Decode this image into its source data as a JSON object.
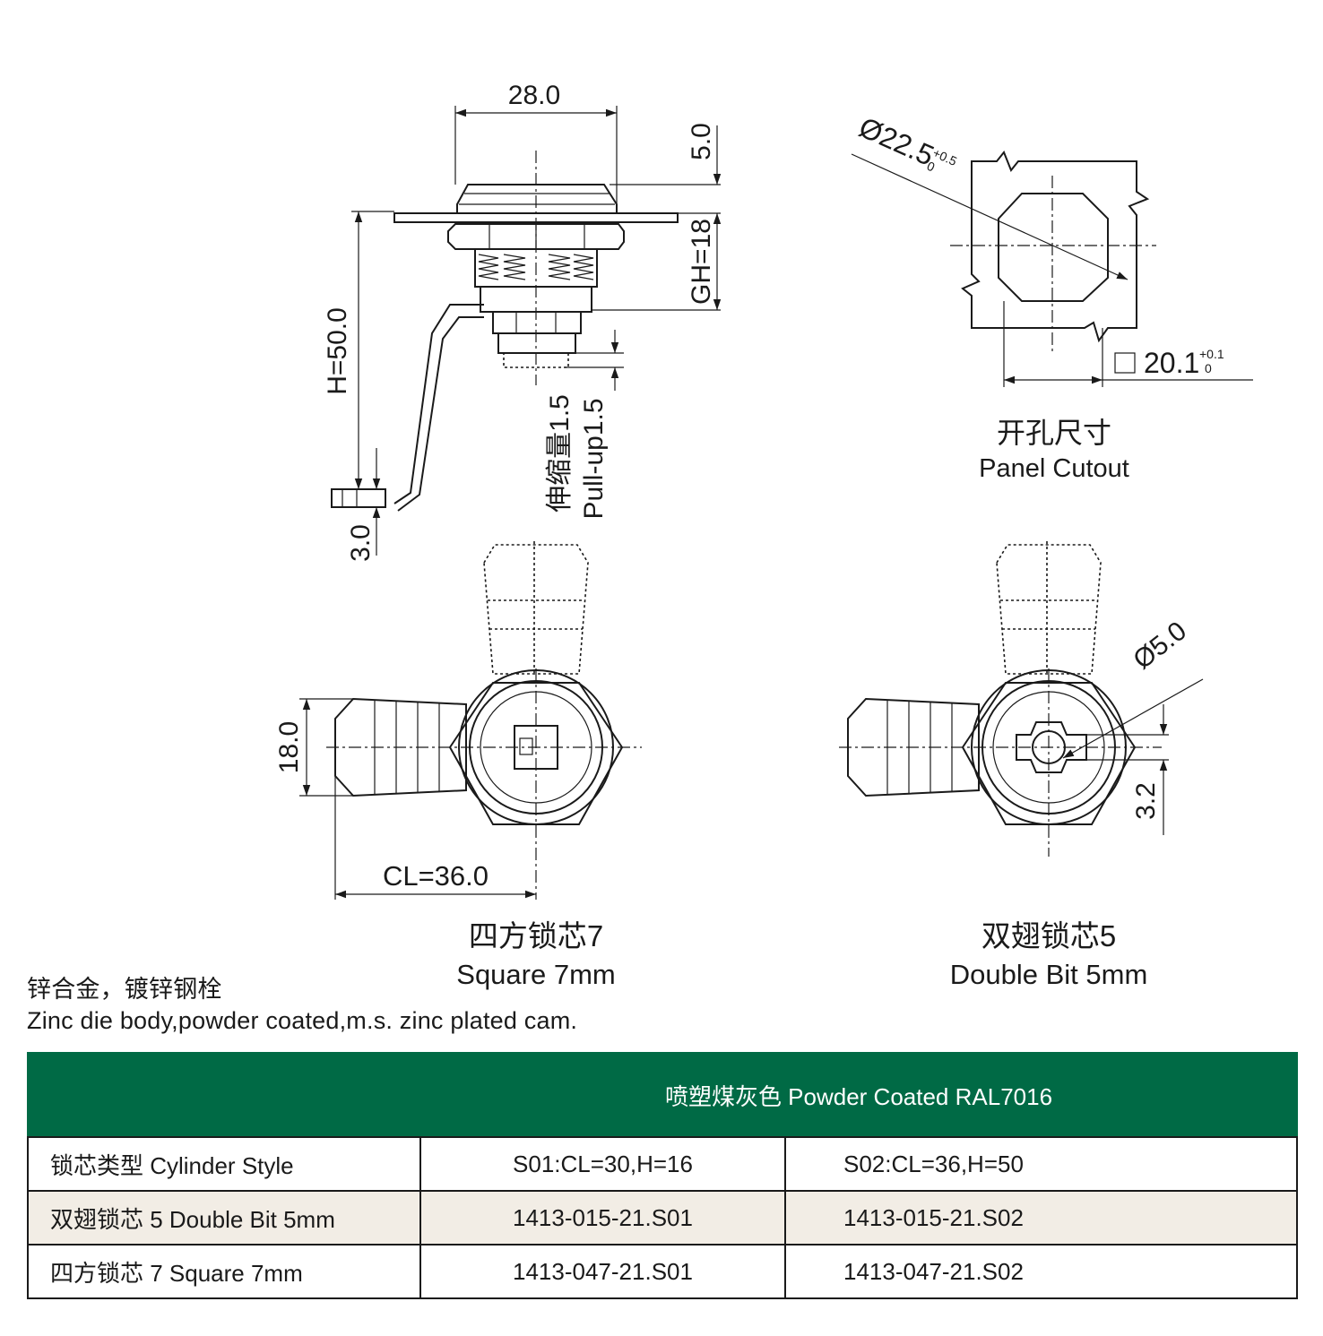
{
  "drawing": {
    "side_view": {
      "dim_width": "28.0",
      "dim_top": "5.0",
      "dim_gh": "GH=18",
      "dim_h": "H=50.0",
      "dim_cam": "3.0",
      "pullup_cn": "伸缩量1.5",
      "pullup_en": "Pull-up1.5"
    },
    "cutout": {
      "dia_main": "Ø22.5",
      "dia_tol_upper": "+0.5",
      "dia_tol_lower": "0",
      "sq_symbol": "□",
      "sq_value": "20.1",
      "sq_tol_upper": "+0.1",
      "sq_tol_lower": "0",
      "caption_cn": "开孔尺寸",
      "caption_en": "Panel Cutout"
    },
    "square_view": {
      "dim_height": "18.0",
      "dim_cl": "CL=36.0",
      "caption_cn": "四方锁芯7",
      "caption_en": "Square 7mm"
    },
    "double_bit_view": {
      "dim_dia": "Ø5.0",
      "dim_bit": "3.2",
      "caption_cn": "双翅锁芯5",
      "caption_en": "Double Bit 5mm"
    }
  },
  "material": {
    "cn": "锌合金，镀锌钢栓",
    "en": "Zinc die body,powder coated,m.s. zinc plated cam."
  },
  "table": {
    "header": "喷塑煤灰色  Powder Coated RAL7016",
    "rows": [
      {
        "label": "锁芯类型 Cylinder Style",
        "s01": "S01:CL=30,H=16",
        "s02": "S02:CL=36,H=50"
      },
      {
        "label": "双翅锁芯 5  Double Bit 5mm",
        "s01": "1413-015-21.S01",
        "s02": "1413-015-21.S02"
      },
      {
        "label": "四方锁芯 7 Square 7mm",
        "s01": "1413-047-21.S01",
        "s02": "1413-047-21.S02"
      }
    ]
  },
  "colors": {
    "header_green": "#006a45",
    "row_shade": "#f2ede5",
    "line": "#1a1a1a"
  }
}
